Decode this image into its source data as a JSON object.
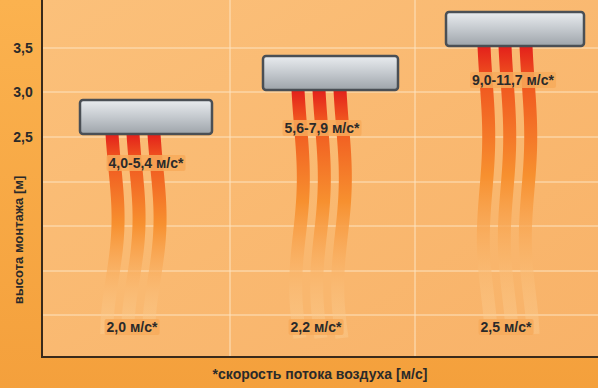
{
  "diagram": {
    "labels": [
      "3,5",
      "3,0",
      "2,5",
      "высота монтажа [м]",
      "4,0-5,4 м/с*",
      "5,6-7,9 м/с*",
      "9,0-11,7 м/с*",
      "2,0 м/с*",
      "2,2 м/с*",
      "2,5 м/с*",
      "*скорость потока воздуха [м/с]"
    ]
  }
}
